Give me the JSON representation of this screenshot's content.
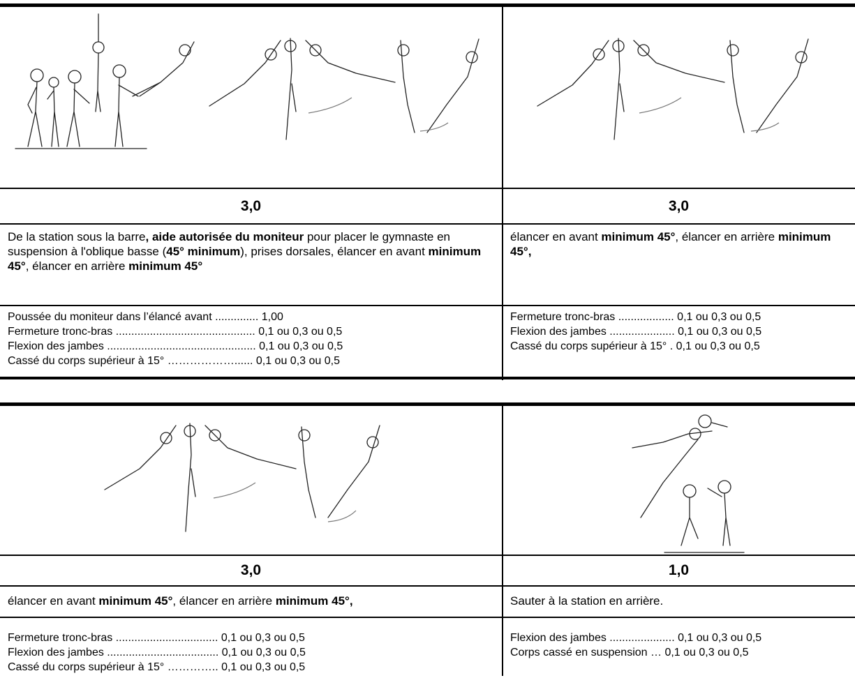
{
  "section1": {
    "left": {
      "score": "3,0",
      "description": [
        {
          "text": "De la station sous la barre",
          "bold": false
        },
        {
          "text": ", aide autorisée du moniteur",
          "bold": true
        },
        {
          "text": " pour placer le gymnaste en suspension à l'oblique basse (",
          "bold": false
        },
        {
          "text": "45° minimum",
          "bold": true
        },
        {
          "text": "), prises dorsales, élancer en avant ",
          "bold": false
        },
        {
          "text": "minimum 45°",
          "bold": true
        },
        {
          "text": ", élancer en arrière ",
          "bold": false
        },
        {
          "text": "minimum 45°",
          "bold": true
        }
      ],
      "deductions": [
        {
          "label": "Poussée du moniteur dans l’élancé avant ..............",
          "value": " 1,00"
        },
        {
          "label": "Fermeture tronc-bras .............................................",
          "value": " 0,1 ou 0,3 ou 0,5"
        },
        {
          "label": "Flexion des jambes ................................................",
          "value": " 0,1 ou 0,3 ou 0,5"
        },
        {
          "label": "Cassé du corps supérieur à 15° ………………......",
          "value": " 0,1 ou 0,3 ou 0,5"
        }
      ]
    },
    "right": {
      "score": "3,0",
      "description": [
        {
          "text": "élancer en avant ",
          "bold": false
        },
        {
          "text": "minimum 45°",
          "bold": true
        },
        {
          "text": ", élancer en arrière ",
          "bold": false
        },
        {
          "text": "minimum 45°,",
          "bold": true
        }
      ],
      "deductions": [
        {
          "label": "Fermeture tronc-bras ..................",
          "value": " 0,1 ou 0,3 ou 0,5"
        },
        {
          "label": "Flexion des jambes .....................",
          "value": " 0,1 ou 0,3 ou 0,5"
        },
        {
          "label": "Cassé du corps supérieur à 15° .",
          "value": " 0,1 ou 0,3 ou 0,5"
        }
      ]
    }
  },
  "section2": {
    "left": {
      "score": "3,0",
      "description": [
        {
          "text": "élancer en avant ",
          "bold": false
        },
        {
          "text": "minimum 45°",
          "bold": true
        },
        {
          "text": ", élancer en arrière ",
          "bold": false
        },
        {
          "text": "minimum 45°,",
          "bold": true
        }
      ],
      "deductions": [
        {
          "label": "Fermeture tronc-bras .................................",
          "value": " 0,1 ou 0,3 ou 0,5"
        },
        {
          "label": "Flexion des jambes ....................................",
          "value": " 0,1 ou 0,3 ou 0,5"
        },
        {
          "label": "Cassé du corps supérieur à 15° …………..",
          "value": " 0,1 ou 0,3 ou 0,5"
        }
      ]
    },
    "right": {
      "score": "1,0",
      "description": [
        {
          "text": "Sauter à la station en arrière.",
          "bold": false
        }
      ],
      "deductions": [
        {
          "label": "Flexion des jambes .....................",
          "value": " 0,1 ou 0,3 ou 0,5"
        },
        {
          "label": "Corps cassé en suspension   …",
          "value": " 0,1 ou 0,3 ou 0,5"
        }
      ]
    }
  }
}
